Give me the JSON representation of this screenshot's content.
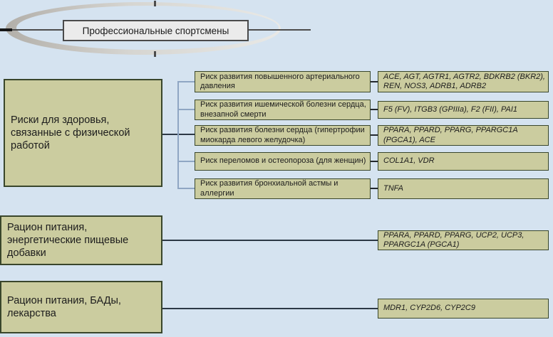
{
  "diagram": {
    "title": "Профессиональные спортсмены",
    "colors": {
      "background": "#d5e3f0",
      "box_fill": "#cbcc9f",
      "box_border": "#39462b",
      "title_fill": "#ebebeb",
      "connector_dark": "#2c3845",
      "connector_blue": "#8fa6c3",
      "orbit_gray_dark": "#b2afa9",
      "orbit_gray_light": "#e9e9e6"
    },
    "sections": [
      {
        "label": "Риски для здоровья, связанные с физической работой",
        "risks": [
          {
            "label": "Риск развития повышенного артериального давления",
            "genes": "ACE, AGT, AGTR1, AGTR2, BDKRB2 (BKR2), REN, NOS3, ADRB1, ADRB2"
          },
          {
            "label": "Риск развития ишемической болезни сердца, внезапной смерти",
            "genes": "F5 (FV), ITGB3 (GPIIIa), F2 (FII), PAI1"
          },
          {
            "label": "Риск развития болезни сердца (гипертрофии миокарда левого желудочка)",
            "genes": "PPARA, PPARD, PPARG, PPARGC1A (PGCA1), ACE"
          },
          {
            "label": "Риск переломов и остеопороза (для женщин)",
            "genes": "COL1A1, VDR"
          },
          {
            "label": "Риск развития бронхиальной астмы и аллергии",
            "genes": "TNFA"
          }
        ]
      },
      {
        "label": "Рацион питания, энергетические пищевые добавки",
        "genes": "PPARA, PPARD, PPARG, UCP2, UCP3, PPARGC1A (PGCA1)"
      },
      {
        "label": "Рацион питания, БАДы, лекарства",
        "genes": "MDR1, CYP2D6, CYP2C9"
      }
    ]
  }
}
